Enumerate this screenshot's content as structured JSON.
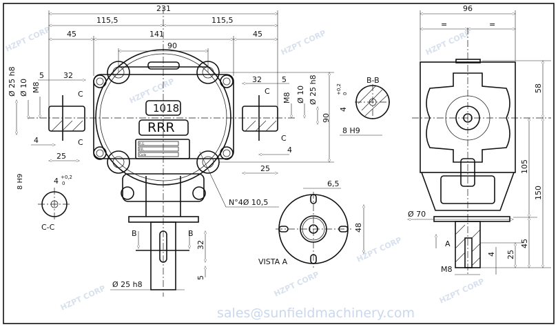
{
  "front_view": {
    "dims_top": [
      "231",
      "115,5",
      "115,5",
      "45",
      "141",
      "45",
      "90"
    ],
    "dims_left": [
      "Ø 25 h8",
      "Ø 10",
      "M8",
      "5",
      "32",
      "4",
      "25"
    ],
    "dims_right": [
      "32",
      "5",
      "M8",
      "Ø 10",
      "Ø 25 h8",
      "90",
      "4",
      "25"
    ],
    "section_mark": "C",
    "model_label": "1018",
    "ratio_label": "RRR",
    "nameplate_rows": [
      "R.G.",
      "P.R.",
      "Code"
    ],
    "holes_label": "N°4Ø 10,5",
    "bottom_section_mark": "B",
    "bottom_dims": [
      "32",
      "5",
      "Ø 25 h8"
    ]
  },
  "section_bb": {
    "title": "B-B",
    "dims": [
      "4",
      "+0,2",
      "0",
      "8 H9"
    ]
  },
  "section_cc": {
    "title": "C-C",
    "dims": [
      "8 H9",
      "4",
      "+0,2",
      "0"
    ]
  },
  "vista_a": {
    "title": "VISTA A",
    "dims": [
      "6,5",
      "48"
    ]
  },
  "side_view": {
    "dims_top": [
      "96",
      "=",
      "="
    ],
    "dims_right": [
      "58",
      "105",
      "150",
      "45",
      "25",
      "4"
    ],
    "dim_flange": "Ø 70",
    "dim_thread": "M8",
    "view_arrow": "A"
  },
  "watermark": {
    "text": "HZPT CORP",
    "email": "sales@sunfieldmachinery.com"
  }
}
